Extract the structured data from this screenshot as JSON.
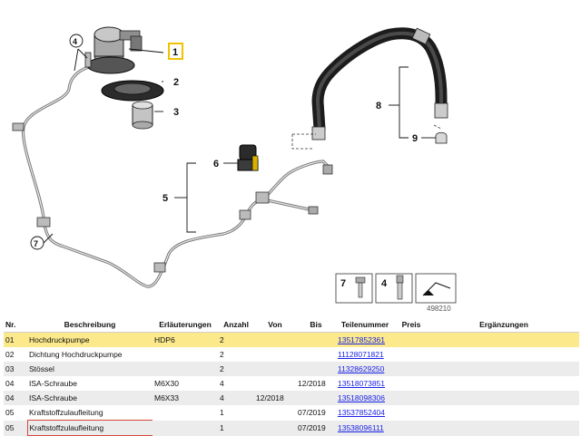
{
  "diagram": {
    "callouts": [
      "1",
      "2",
      "3",
      "4",
      "5",
      "6",
      "7",
      "8",
      "9"
    ],
    "legend_boxes": [
      {
        "number": "7",
        "label": "screw"
      },
      {
        "number": "4",
        "label": "screw"
      },
      {
        "number": "",
        "label": "arrow"
      }
    ],
    "image_number": "498210",
    "accent_color": "#f2c200"
  },
  "table": {
    "headers": {
      "nr": "Nr.",
      "beschreibung": "Beschreibung",
      "erlaeuterungen": "Erläuterungen",
      "anzahl": "Anzahl",
      "von": "Von",
      "bis": "Bis",
      "teilenummer": "Teilenummer",
      "preis": "Preis",
      "ergaenzungen": "Ergänzungen"
    },
    "rows": [
      {
        "nr": "01",
        "beschreibung": "Hochdruckpumpe",
        "erlaeuterungen": "HDP6",
        "anzahl": "2",
        "von": "",
        "bis": "",
        "teilenummer": "13517852361",
        "preis": "",
        "ergaenzungen": ""
      },
      {
        "nr": "02",
        "beschreibung": "Dichtung Hochdruckpumpe",
        "erlaeuterungen": "",
        "anzahl": "2",
        "von": "",
        "bis": "",
        "teilenummer": "11128071821",
        "preis": "",
        "ergaenzungen": ""
      },
      {
        "nr": "03",
        "beschreibung": "Stössel",
        "erlaeuterungen": "",
        "anzahl": "2",
        "von": "",
        "bis": "",
        "teilenummer": "11328629250",
        "preis": "",
        "ergaenzungen": ""
      },
      {
        "nr": "04",
        "beschreibung": "ISA-Schraube",
        "erlaeuterungen": "M6X30",
        "anzahl": "4",
        "von": "",
        "bis": "12/2018",
        "teilenummer": "13518073851",
        "preis": "",
        "ergaenzungen": ""
      },
      {
        "nr": "04",
        "beschreibung": "ISA-Schraube",
        "erlaeuterungen": "M6X33",
        "anzahl": "4",
        "von": "12/2018",
        "bis": "",
        "teilenummer": "13518098306",
        "preis": "",
        "ergaenzungen": ""
      },
      {
        "nr": "05",
        "beschreibung": "Kraftstoffzulaufleitung",
        "erlaeuterungen": "",
        "anzahl": "1",
        "von": "",
        "bis": "07/2019",
        "teilenummer": "13537852404",
        "preis": "",
        "ergaenzungen": ""
      },
      {
        "nr": "05",
        "beschreibung": "Kraftstoffzulaufleitung",
        "erlaeuterungen": "",
        "anzahl": "1",
        "von": "",
        "bis": "07/2019",
        "teilenummer": "13538096111",
        "preis": "",
        "ergaenzungen": ""
      }
    ]
  }
}
